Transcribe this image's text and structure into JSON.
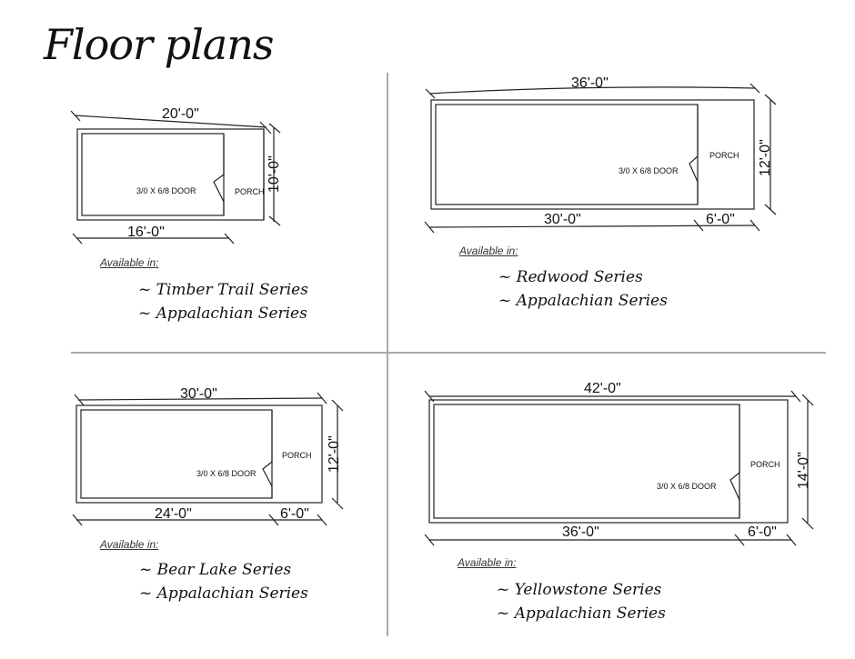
{
  "title": "Floor plans",
  "door_label": "3/0 X 6/8 DOOR",
  "porch_label": "PORCH",
  "available_label": "Available in:",
  "plans": [
    {
      "top": "20'-0\"",
      "bottom": "16'-0\"",
      "porch": "",
      "side": "10'-0\"",
      "series": [
        "~ Timber Trail Series",
        "~ Appalachian Series"
      ]
    },
    {
      "top": "36'-0\"",
      "bottom": "30'-0\"",
      "porch": "6'-0\"",
      "side": "12'-0\"",
      "series": [
        "~ Redwood Series",
        "~ Appalachian Series"
      ]
    },
    {
      "top": "30'-0\"",
      "bottom": "24'-0\"",
      "porch": "6'-0\"",
      "side": "12'-0\"",
      "series": [
        "~ Bear Lake Series",
        "~ Appalachian Series"
      ]
    },
    {
      "top": "42'-0\"",
      "bottom": "36'-0\"",
      "porch": "6'-0\"",
      "side": "14'-0\"",
      "series": [
        "~ Yellowstone Series",
        "~ Appalachian Series"
      ]
    }
  ]
}
